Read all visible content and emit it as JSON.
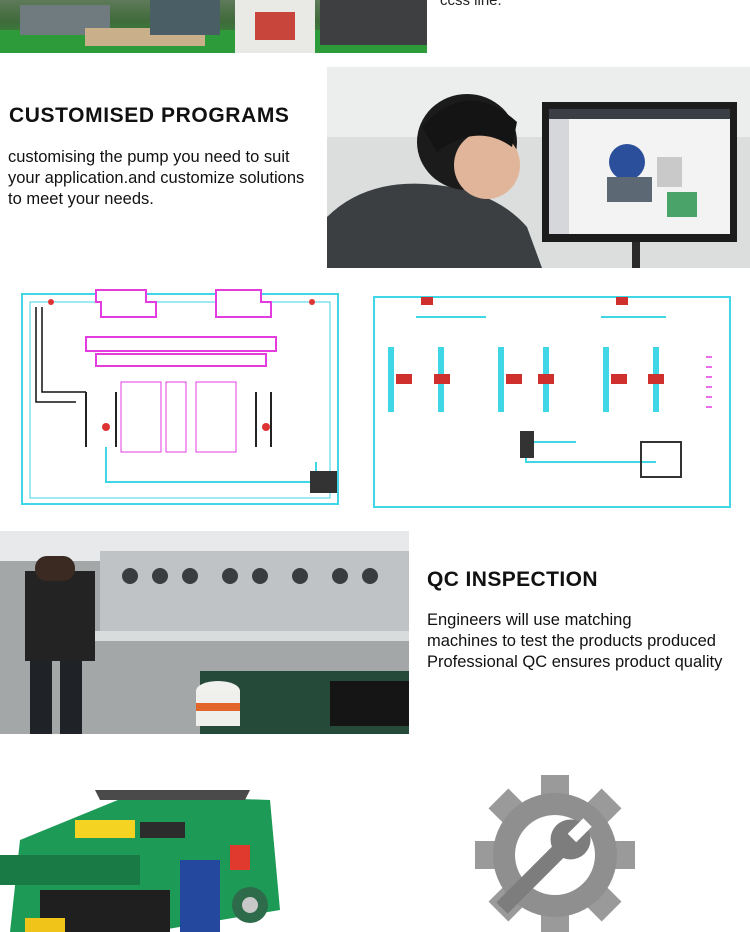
{
  "top": {
    "caption": "ccss line."
  },
  "customised": {
    "heading": "CUSTOMISED PROGRAMS",
    "body": "customising the pump you need to suit your application.and customize solutions to meet your needs."
  },
  "qc": {
    "heading": "QC INSPECTION",
    "line1": "Engineers will use matching",
    "line2": "machines to test the products produced",
    "line3": "Professional QC ensures product quality"
  },
  "colors": {
    "diagram_cyan": "#3fd6e6",
    "diagram_magenta": "#e33be0",
    "machine_green": "#1e9a57",
    "gear_gray": "#9a9a9a"
  }
}
